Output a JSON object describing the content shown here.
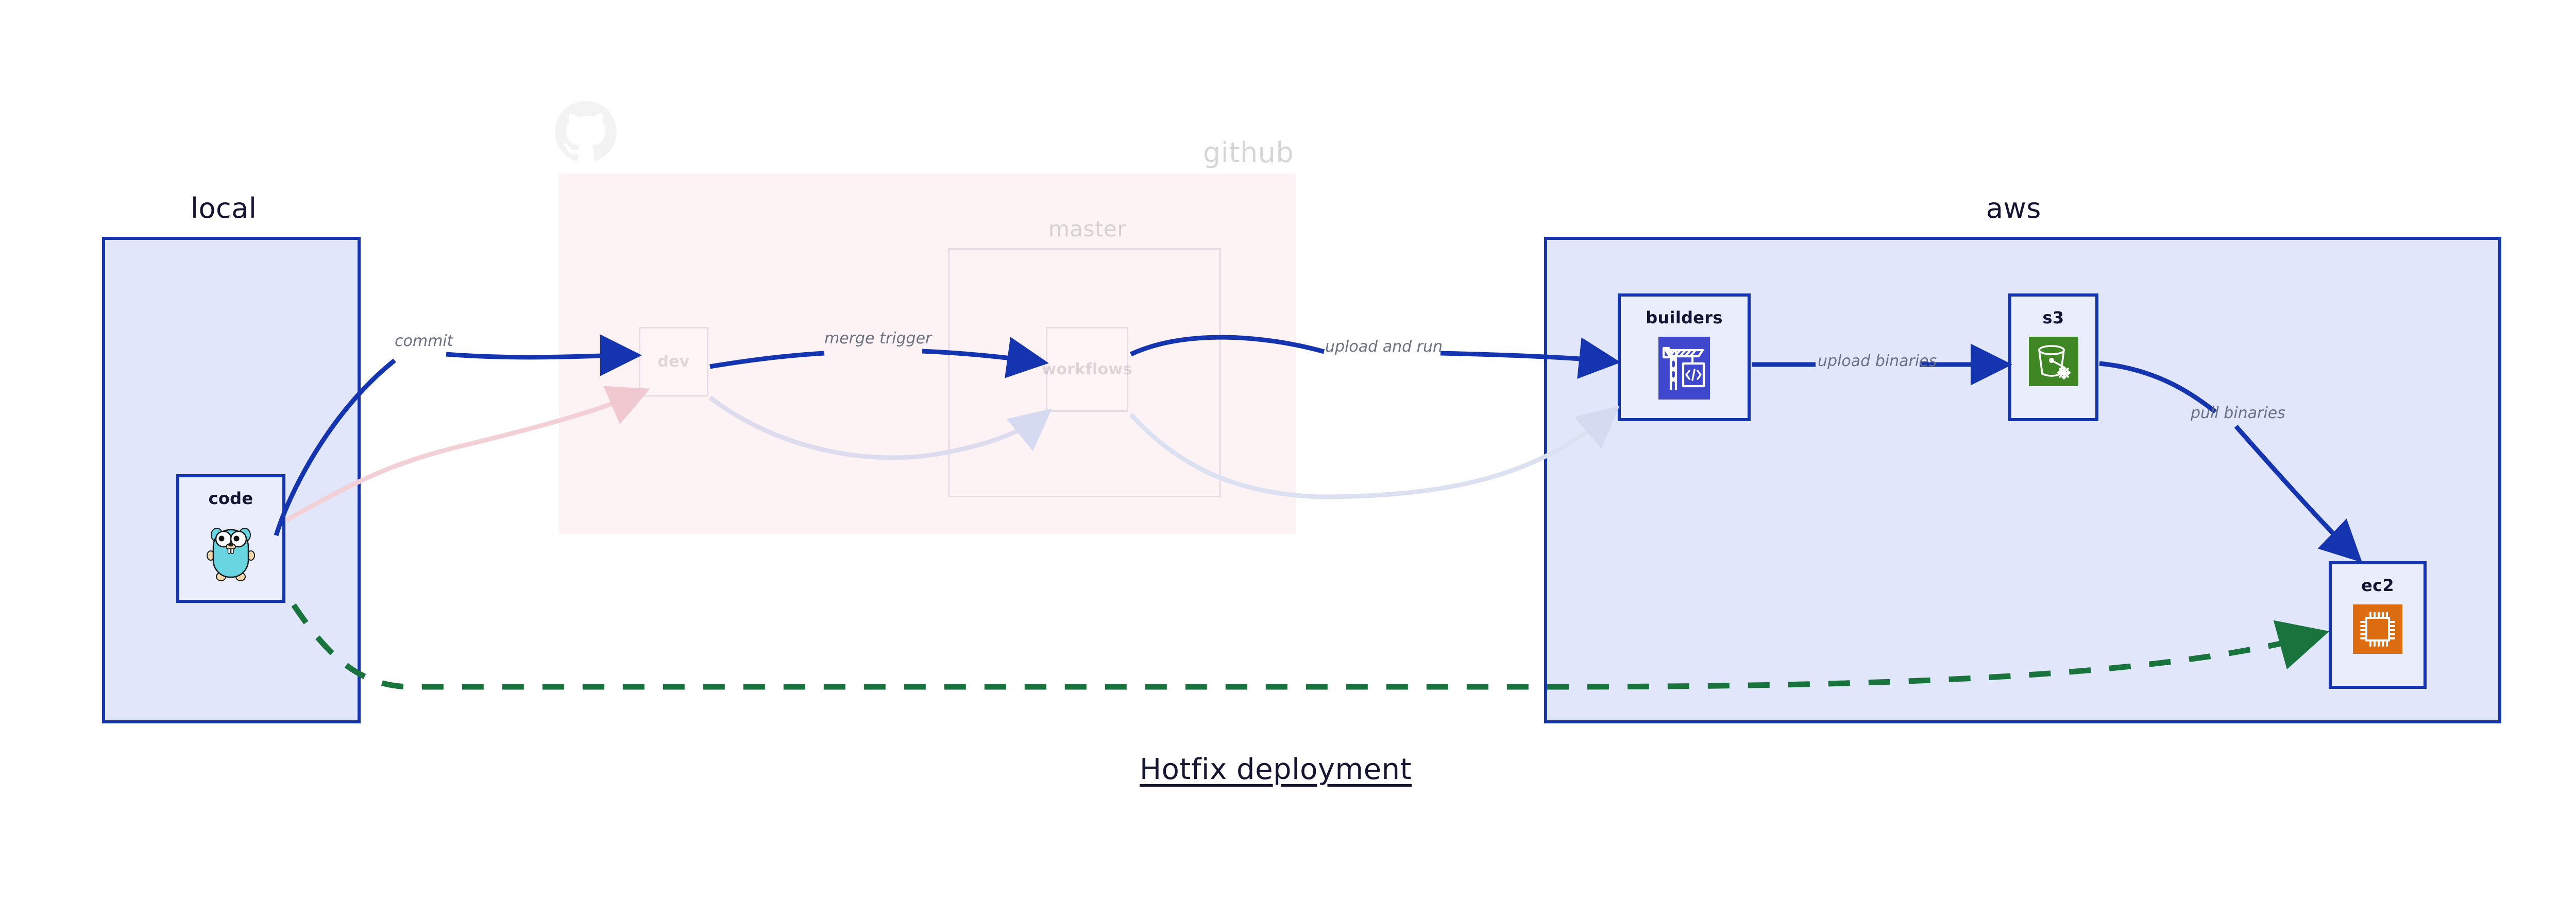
{
  "diagram": {
    "caption": "Hotfix deployment",
    "colors": {
      "cluster_blue_fill": "#e2e6fb",
      "cluster_blue_stroke": "#1535b0",
      "cluster_pink_fill": "#fbe2e8",
      "node_fill": "#eaeefc",
      "node_stroke": "#1535b0",
      "edge_blue": "#1535b0",
      "edge_green": "#19733c",
      "label_gray": "#6a7182",
      "title_navy": "#141433",
      "codebuild_blue": "#3f48cc",
      "s3_green": "#3f8624",
      "ec2_orange": "#dd6b10",
      "gopher_cyan": "#68d5e0"
    }
  },
  "clusters": [
    {
      "id": "local",
      "label": "local",
      "style": "blue"
    },
    {
      "id": "github",
      "label": "github",
      "style": "pink"
    },
    {
      "id": "aws",
      "label": "aws",
      "style": "blue"
    }
  ],
  "subclusters": [
    {
      "id": "master",
      "label": "master",
      "parent": "github"
    }
  ],
  "nodes": [
    {
      "id": "code",
      "label": "code",
      "icon": "go-gopher-icon",
      "cluster": "local",
      "state": "active"
    },
    {
      "id": "dev",
      "label": "dev",
      "icon": "none",
      "cluster": "github",
      "state": "faded"
    },
    {
      "id": "workflows",
      "label": "workflows",
      "icon": "none",
      "cluster": "master",
      "state": "faded"
    },
    {
      "id": "builders",
      "label": "builders",
      "icon": "aws-codebuild-icon",
      "cluster": "aws",
      "state": "active"
    },
    {
      "id": "s3",
      "label": "s3",
      "icon": "aws-s3-glacier-icon",
      "cluster": "aws",
      "state": "active"
    },
    {
      "id": "ec2",
      "label": "ec2",
      "icon": "aws-ec2-icon",
      "cluster": "aws",
      "state": "active"
    }
  ],
  "edges": [
    {
      "id": "e-commit",
      "from": "code",
      "to": "dev",
      "label": "commit",
      "style": "solid-blue",
      "state": "active"
    },
    {
      "id": "e-merge-trigger",
      "from": "dev",
      "to": "workflows",
      "label": "merge trigger",
      "style": "solid-blue",
      "state": "active"
    },
    {
      "id": "e-upload-and-run",
      "from": "workflows",
      "to": "builders",
      "label": "upload and run",
      "style": "solid-blue",
      "state": "active"
    },
    {
      "id": "e-upload-binaries",
      "from": "builders",
      "to": "s3",
      "label": "upload binaries",
      "style": "solid-blue",
      "state": "active"
    },
    {
      "id": "e-pull-binaries",
      "from": "s3",
      "to": "ec2",
      "label": "pull binaries",
      "style": "solid-blue",
      "state": "active"
    },
    {
      "id": "e-hotfix",
      "from": "code",
      "to": "ec2",
      "label": "",
      "style": "dashed-green",
      "state": "active"
    },
    {
      "id": "e-faded-code-dev",
      "from": "code",
      "to": "dev",
      "label": "",
      "style": "solid-pink",
      "state": "faded"
    },
    {
      "id": "e-faded-dev-wf",
      "from": "dev",
      "to": "workflows",
      "label": "",
      "style": "solid-lilac",
      "state": "faded"
    },
    {
      "id": "e-faded-wf-build",
      "from": "workflows",
      "to": "builders",
      "label": "",
      "style": "solid-lilac",
      "state": "faded"
    }
  ],
  "icons": {
    "octocat": "github-octocat-icon",
    "gopher": "go-gopher-icon",
    "codebuild": "aws-codebuild-icon",
    "s3": "aws-s3-glacier-icon",
    "ec2": "aws-ec2-icon"
  }
}
